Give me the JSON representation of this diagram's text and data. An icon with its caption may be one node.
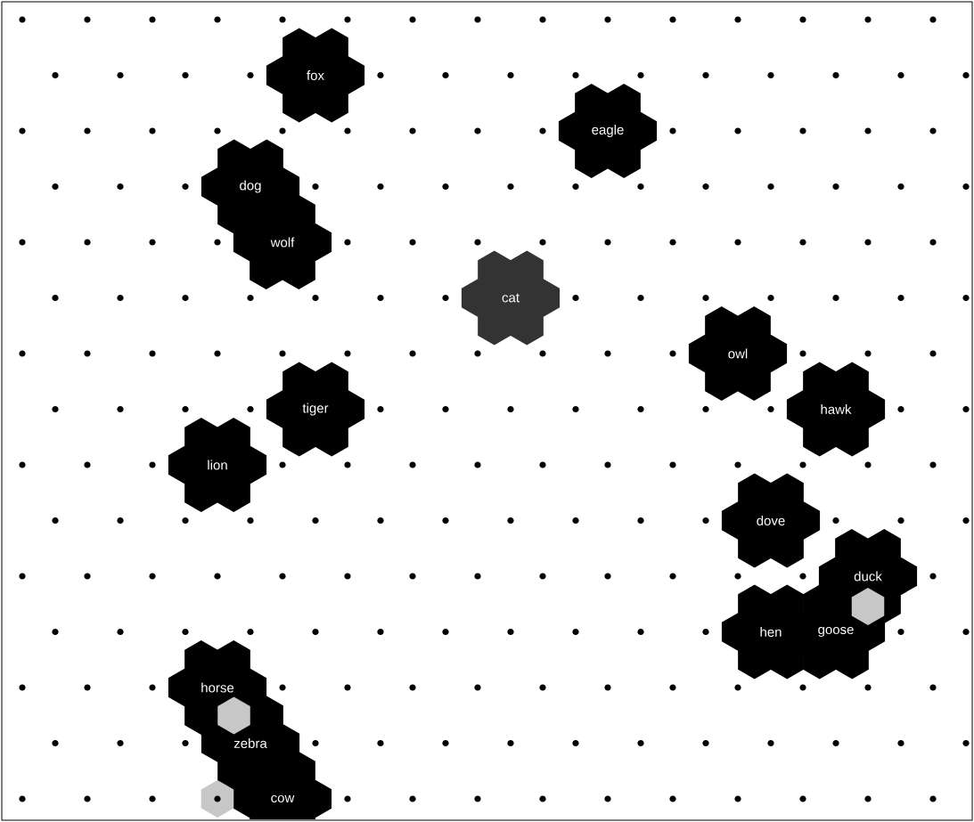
{
  "diagram": {
    "nodes": [
      {
        "text": [
          "fox"
        ]
      },
      {
        "text": [
          "eagle"
        ]
      },
      {
        "text": [
          "dog"
        ]
      },
      {
        "text": [
          "wolf"
        ]
      },
      {
        "text": [
          "cat"
        ]
      },
      {
        "text": [
          "owl"
        ]
      },
      {
        "text": [
          "tiger"
        ]
      },
      {
        "text": [
          "hawk"
        ]
      },
      {
        "text": [
          "lion"
        ]
      },
      {
        "text": [
          "dove"
        ]
      },
      {
        "text": [
          "duck"
        ]
      },
      {
        "text": [
          "hen"
        ]
      },
      {
        "text": [
          "goose"
        ]
      },
      {
        "text": [
          "horse"
        ]
      },
      {
        "text": [
          "zebra"
        ]
      },
      {
        "text": [
          "cow"
        ]
      }
    ]
  }
}
